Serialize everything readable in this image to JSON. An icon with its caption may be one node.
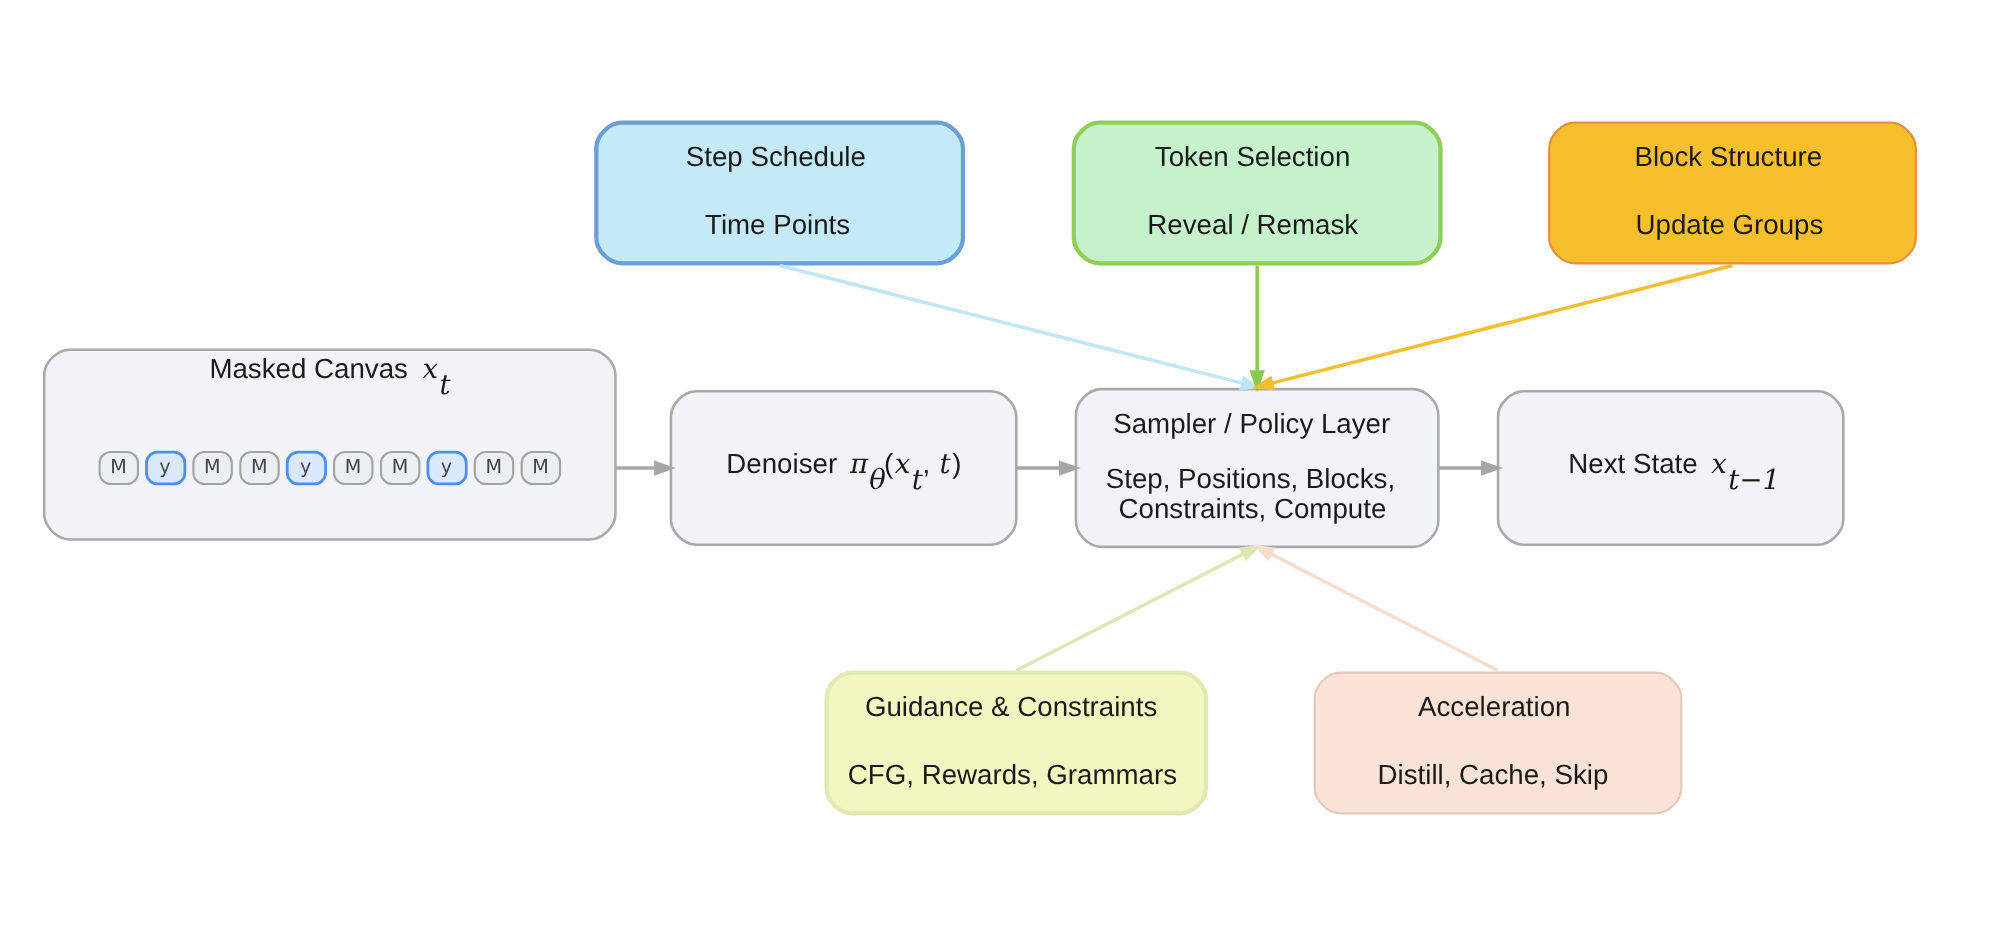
{
  "diagram": {
    "nodes": [
      {
        "text": [
          "Step Schedule",
          "Time Points"
        ]
      },
      {
        "text": [
          "Token Selection",
          "Reveal / Remask"
        ]
      },
      {
        "text": [
          "Block Structure",
          "Update Groups"
        ]
      },
      {
        "text": [
          "Masked Canvas *x*$_{t}$"
        ]
      },
      {
        "text": [
          "M"
        ],
        "in": 3
      },
      {
        "text": [
          "M"
        ],
        "in": 3
      },
      {
        "text": [
          "y"
        ],
        "in": 3
      },
      {
        "text": [
          "M"
        ],
        "in": 3
      },
      {
        "text": [
          "M"
        ],
        "in": 3
      },
      {
        "text": [
          "y"
        ],
        "in": 3
      },
      {
        "text": [
          "M"
        ],
        "in": 3
      },
      {
        "text": [
          "M"
        ],
        "in": 3
      },
      {
        "text": [
          "y"
        ],
        "in": 3
      },
      {
        "text": [
          "M"
        ],
        "in": 3
      },
      {
        "text": [
          "Denoiser *π*$_{θ}$(*x*$_{t}$, *t*)"
        ]
      },
      {
        "text": [
          "Sampler / Policy Layer",
          "Step, Positions, Blocks, Constraints, Compute"
        ]
      },
      {
        "text": [
          "Next State *x*$_{t−1}$"
        ]
      },
      {
        "text": [
          "Guidance & Constraints",
          "CFG, Rewards, Grammars"
        ]
      },
      {
        "text": [
          "Acceleration",
          "Distill, Cache, Skip"
        ]
      }
    ],
    "edges": [
      {
        "from": 3,
        "to": 14,
        "arrow": "to"
      },
      {
        "from": 14,
        "to": 15,
        "arrow": "to"
      },
      {
        "from": 15,
        "to": 16,
        "arrow": "to"
      },
      {
        "from": 0,
        "to": 15,
        "arrow": "to",
        "color": "#bfe6f6"
      },
      {
        "from": 1,
        "to": 15,
        "arrow": "to",
        "color": "#8cc84b"
      },
      {
        "from": 2,
        "to": 15,
        "arrow": "to",
        "color": "#f5bd2f"
      },
      {
        "from": 17,
        "to": 15,
        "arrow": "to",
        "color": "#dfe6b4"
      },
      {
        "from": 18,
        "to": 15,
        "arrow": "to",
        "color": "#f8dccd"
      }
    ]
  }
}
